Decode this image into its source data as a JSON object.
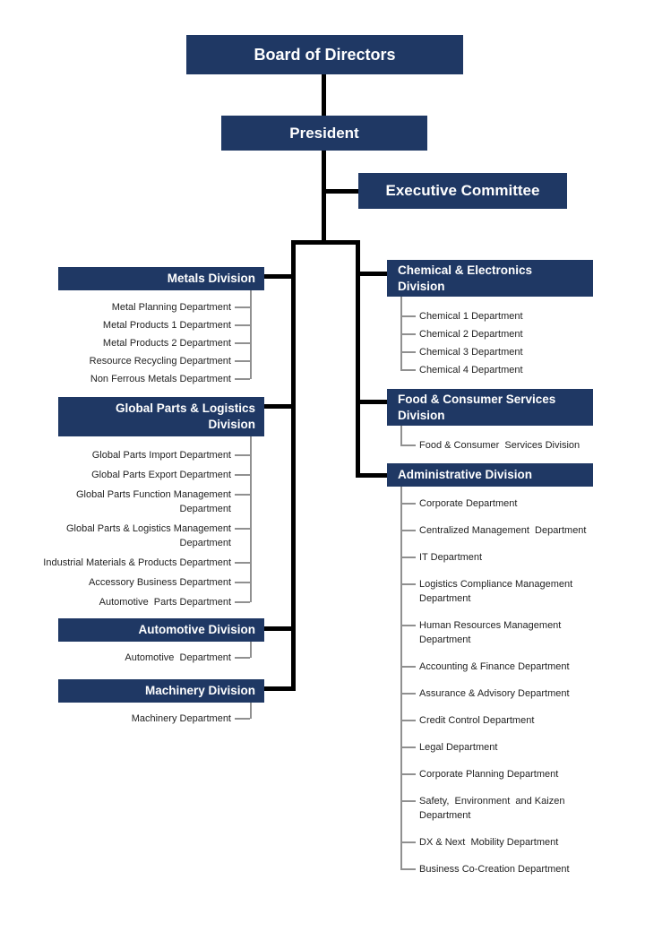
{
  "colors": {
    "navy": "#1f3864",
    "trunk_line": "#000000",
    "tick_line": "#909090",
    "department_text": "#222222",
    "background": "#ffffff",
    "header_text": "#ffffff"
  },
  "nodes": {
    "board": "Board of Directors",
    "president": "President",
    "executive_committee": "Executive Committee"
  },
  "divisions": {
    "metals": {
      "title": "Metals Division",
      "departments": [
        "Metal Planning Department",
        "Metal Products 1 Department",
        "Metal Products 2 Department",
        "Resource Recycling Department",
        "Non Ferrous Metals Department"
      ]
    },
    "global_parts": {
      "title": "Global Parts & Logistics\nDivision",
      "departments": [
        "Global Parts Import Department",
        "Global Parts Export Department",
        "Global Parts Function Management\nDepartment",
        "Global Parts & Logistics Management\nDepartment",
        "Industrial Materials & Products Department",
        "Accessory Business Department",
        "Automotive  Parts Department"
      ]
    },
    "automotive": {
      "title": "Automotive Division",
      "departments": [
        "Automotive  Department"
      ]
    },
    "machinery": {
      "title": "Machinery Division",
      "departments": [
        "Machinery Department"
      ]
    },
    "chemical": {
      "title": "Chemical & Electronics\nDivision",
      "departments": [
        "Chemical 1 Department",
        "Chemical 2 Department",
        "Chemical 3 Department",
        "Chemical 4 Department"
      ]
    },
    "food": {
      "title": "Food & Consumer Services\nDivision",
      "departments": [
        "Food & Consumer  Services Division"
      ]
    },
    "administrative": {
      "title": "Administrative Division",
      "departments": [
        "Corporate Department",
        "Centralized Management  Department",
        "IT Department",
        "Logistics Compliance Management\nDepartment",
        "Human Resources Management\nDepartment",
        "Accounting & Finance Department",
        "Assurance & Advisory Department",
        "Credit Control Department",
        "Legal Department",
        "Corporate Planning Department",
        "Safety,  Environment  and Kaizen\nDepartment",
        "DX & Next  Mobility Department",
        "Business Co-Creation Department"
      ]
    }
  }
}
